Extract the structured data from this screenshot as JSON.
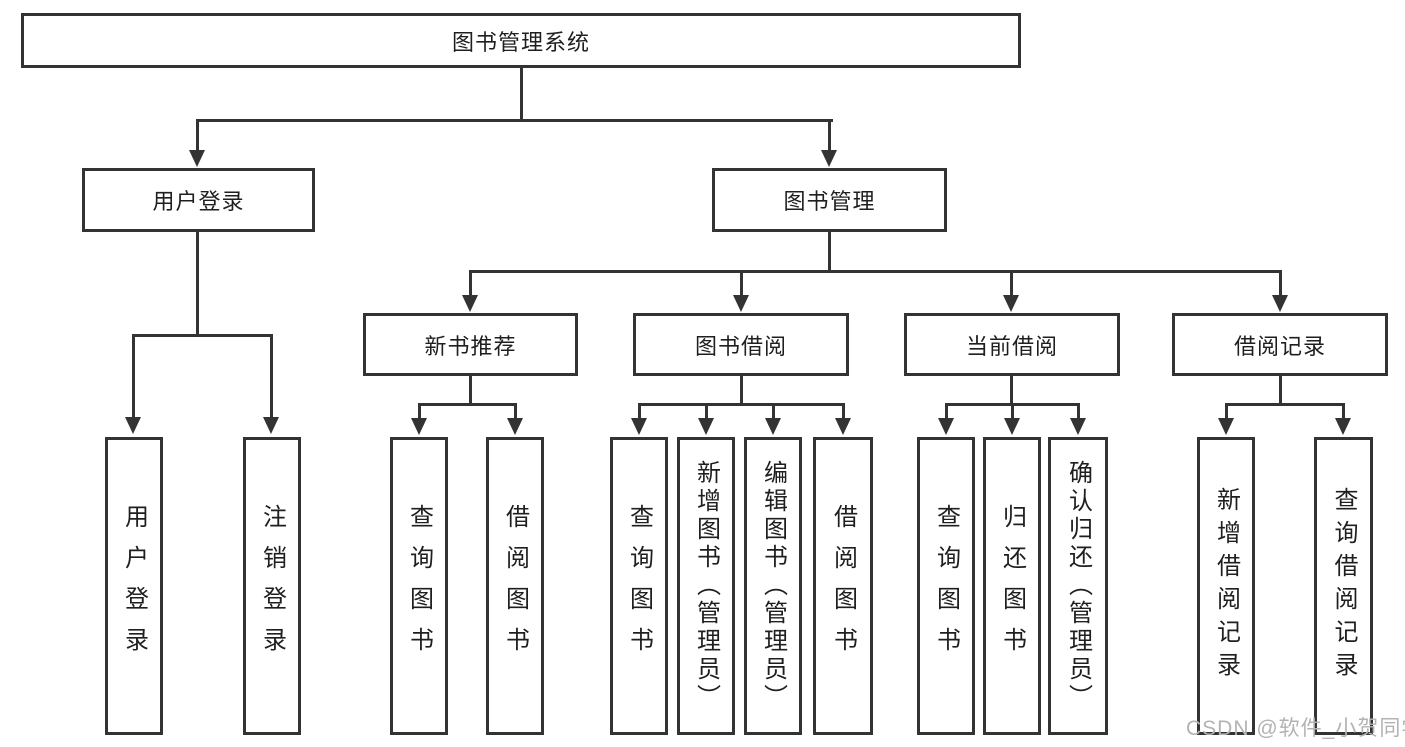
{
  "diagram": {
    "root": {
      "label": "图书管理系统"
    },
    "branches": [
      {
        "label": "用户登录",
        "children": [
          {
            "label": "用户登录"
          },
          {
            "label": "注销登录"
          }
        ]
      },
      {
        "label": "图书管理",
        "children": [
          {
            "label": "新书推荐",
            "children": [
              {
                "label": "查询图书"
              },
              {
                "label": "借阅图书"
              }
            ]
          },
          {
            "label": "图书借阅",
            "children": [
              {
                "label": "查询图书"
              },
              {
                "label": "新增图书（管理员）"
              },
              {
                "label": "编辑图书（管理员）"
              },
              {
                "label": "借阅图书"
              }
            ]
          },
          {
            "label": "当前借阅",
            "children": [
              {
                "label": "查询图书"
              },
              {
                "label": "归还图书"
              },
              {
                "label": "确认归还（管理员）"
              }
            ]
          },
          {
            "label": "借阅记录",
            "children": [
              {
                "label": "新增借阅记录"
              },
              {
                "label": "查询借阅记录"
              }
            ]
          }
        ]
      }
    ]
  },
  "watermark": {
    "text": "CSDN @软件_小贺同学"
  },
  "colors": {
    "line": "#333333",
    "text": "#1f1f1f",
    "watermark": "#b3b3b3",
    "background": "#ffffff"
  }
}
